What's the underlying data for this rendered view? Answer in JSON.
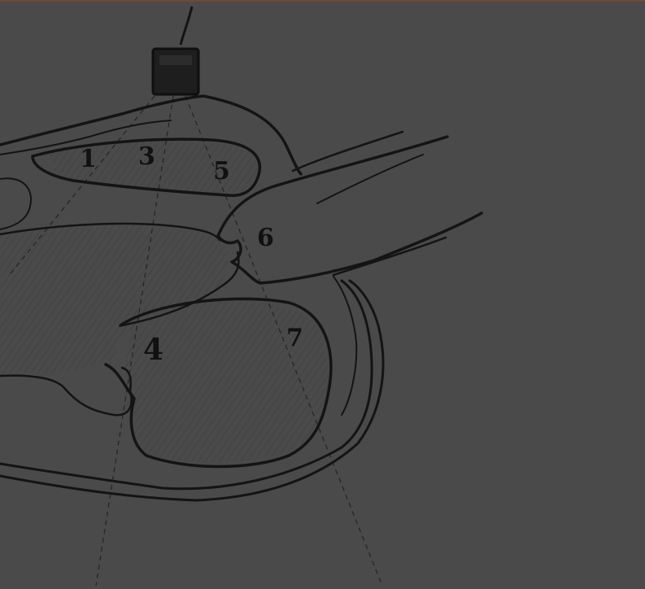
{
  "colors": {
    "background": "#4a4a4a",
    "ink": "#141414",
    "shade": "#444444",
    "probe_body": "#1e1e1e",
    "top_border": "#6b4a3a"
  },
  "icons": {
    "probe": "ultrasound-transducer-icon"
  },
  "labels": {
    "l1": "1",
    "l3": "3",
    "l4": "4",
    "l5": "5",
    "l6": "6",
    "l7": "7"
  }
}
